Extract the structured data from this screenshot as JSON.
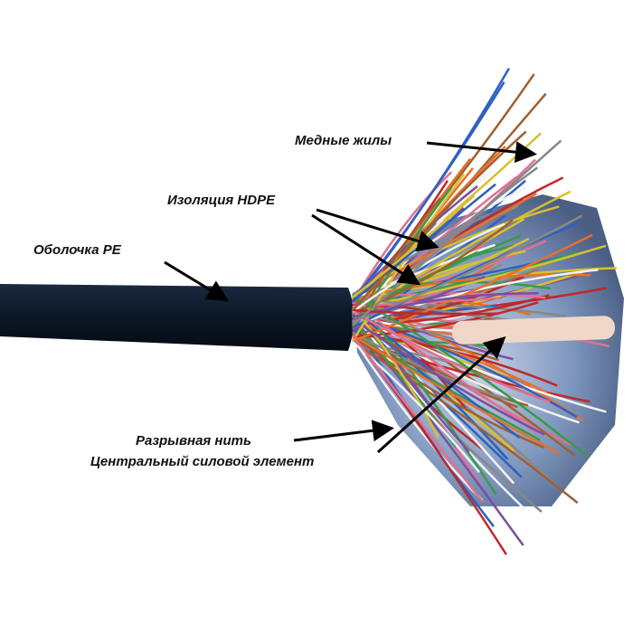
{
  "labels": {
    "copper_conductors": "Медные жилы",
    "insulation": "Изоляция HDPE",
    "sheath": "Оболочка PE",
    "ripcord": "Разрывная нить",
    "central_member": "Центральный силовой элемент"
  },
  "colors": {
    "sheath": "#0b1626",
    "foil": "#8fa3c4",
    "central_member": "#f0d8c8",
    "text": "#111111"
  }
}
